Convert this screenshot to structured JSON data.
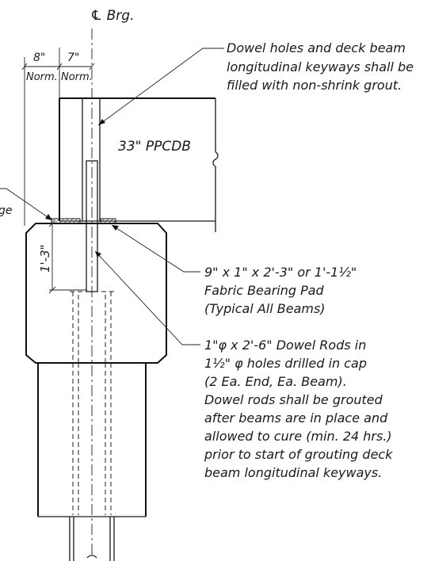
{
  "labels": {
    "centerline": "℄ Brg.",
    "dim_left_value": "8\"",
    "dim_left_note": "Norm.",
    "dim_right_value": "7\"",
    "dim_right_note": "Norm.",
    "beam": "33\" PPCDB",
    "cap_depth": "1'-3\"",
    "cut_off_label": "ge"
  },
  "notes": {
    "grout": [
      "Dowel holes and deck beam",
      "longitudinal keyways shall be",
      "filled with non-shrink grout."
    ],
    "bearing_pad": [
      "9\" x 1\" x 2'-3\" or 1'-1½\"",
      "Fabric Bearing Pad",
      "(Typical All Beams)"
    ],
    "dowel_rods": [
      "1\"φ x 2'-6\" Dowel Rods in",
      "1½\" φ holes drilled in cap",
      "(2 Ea. End, Ea. Beam).",
      "Dowel rods shall be grouted",
      "after beams are in place and",
      "allowed to cure (min. 24 hrs.)",
      "prior to start of grouting deck",
      "beam longitudinal keyways."
    ]
  }
}
